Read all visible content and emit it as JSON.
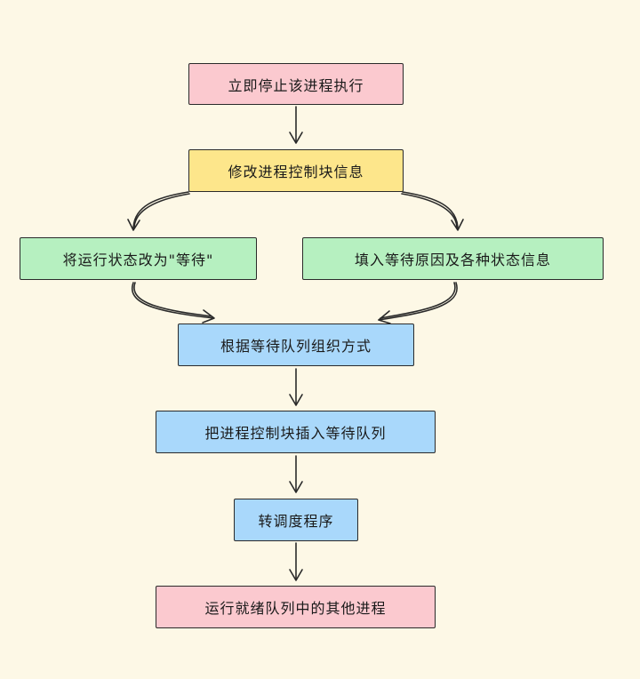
{
  "flowchart": {
    "nodes": [
      {
        "id": "stop",
        "label": "立即停止该进程执行",
        "color": "#fbc9cf"
      },
      {
        "id": "modify",
        "label": "修改进程控制块信息",
        "color": "#fde68b"
      },
      {
        "id": "set-wait",
        "label": "将运行状态改为\"等待\"",
        "color": "#b6f0c0"
      },
      {
        "id": "fill-info",
        "label": "填入等待原因及各种状态信息",
        "color": "#b6f0c0"
      },
      {
        "id": "queue-org",
        "label": "根据等待队列组织方式",
        "color": "#a9d8fb"
      },
      {
        "id": "insert",
        "label": "把进程控制块插入等待队列",
        "color": "#a9d8fb"
      },
      {
        "id": "scheduler",
        "label": "转调度程序",
        "color": "#a9d8fb"
      },
      {
        "id": "run-ready",
        "label": "运行就绪队列中的其他进程",
        "color": "#fbc9cf"
      }
    ],
    "edges": [
      {
        "from": "stop",
        "to": "modify"
      },
      {
        "from": "modify",
        "to": "set-wait"
      },
      {
        "from": "modify",
        "to": "fill-info"
      },
      {
        "from": "set-wait",
        "to": "queue-org"
      },
      {
        "from": "fill-info",
        "to": "queue-org"
      },
      {
        "from": "queue-org",
        "to": "insert"
      },
      {
        "from": "insert",
        "to": "scheduler"
      },
      {
        "from": "scheduler",
        "to": "run-ready"
      }
    ]
  }
}
